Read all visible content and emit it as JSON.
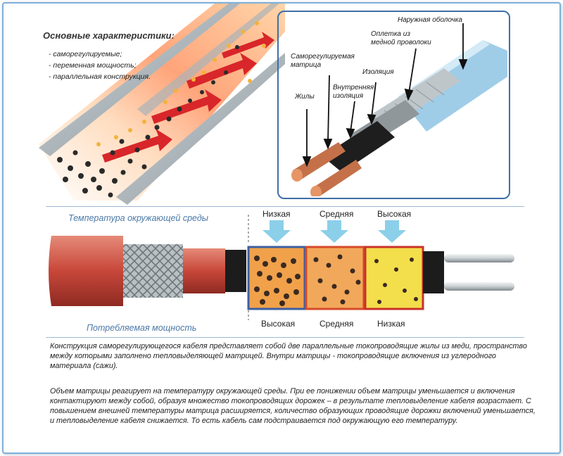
{
  "top": {
    "heading": "Основные характеристики:",
    "features": [
      "- саморегулируемые;",
      "- переменная мощность;",
      "- параллельная конструкция."
    ]
  },
  "layers": {
    "outer_sheath": "Наружная оболочка",
    "braid": [
      "Оплетка из",
      "медной проволоки"
    ],
    "matrix": [
      "Саморегулируемая",
      "матрица"
    ],
    "insulation": "Изоляция",
    "inner_insulation": [
      "Внутренняя",
      "изоляция"
    ],
    "cores": "Жилы"
  },
  "middle": {
    "ambient_label": "Температура окружающей среды",
    "power_label": "Потребляемая мощность",
    "temps": [
      "Низкая",
      "Средняя",
      "Высокая"
    ],
    "powers": [
      "Высокая",
      "Средняя",
      "Низкая"
    ]
  },
  "description": {
    "p1": "Конструкция саморегулирующегося кабеля представляет собой две параллельные токопроводящие жилы из меди, пространство между которыми заполнено тепловыделяющей матрицей. Внутри матрицы - токопроводящие включения из углеродного материала (сажи).",
    "p2": "Объем матрицы реагирует на температуру окружающей среды. При ее понижении объем матрицы уменьшается и включения контактируют между собой, образуя множество токопроводящих дорожек – в результате тепловыделение кабеля возрастает. С повышением внешней температуры матрица расширяется, количество образующих проводящие дорожки включений уменьшается, и тепловыделение кабеля снижается. То есть кабель сам подстраивается под окружающую его температуру."
  },
  "colors": {
    "frame": "#7fb0d8",
    "inset_border": "#3e6fa8",
    "label_blue": "#4b79a8",
    "arrow_blue": "#8ccfe9",
    "copper": "#c9643c",
    "red_jacket": "#c8473a"
  }
}
